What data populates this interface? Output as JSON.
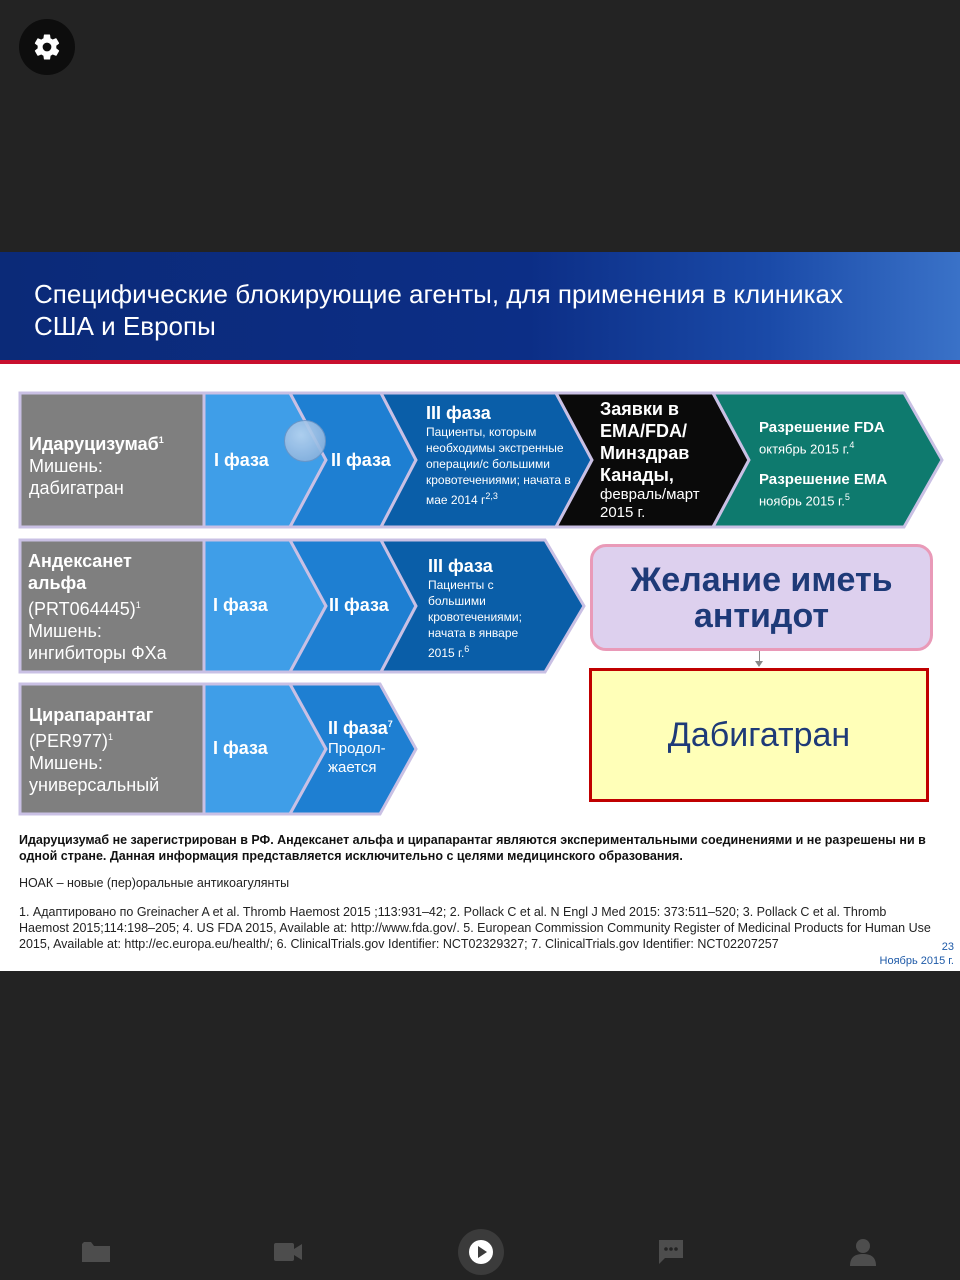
{
  "slide": {
    "title": "Специфические блокирующие агенты, для применения в клиниках США и Европы",
    "rows": [
      {
        "drug_name": "Идаруцизумаб",
        "drug_name_sup": "1",
        "target_label": "Мишень:",
        "target_value": "дабигатран",
        "phase1": "I фаза",
        "phase2": "II фаза",
        "phase3_title": "III фаза",
        "phase3_body": "Пациенты, которым необходимы экстренные операции/с большими кровотечениями; начата в мае 2014 г",
        "phase3_sup": "2,3",
        "filing_title": "Заявки в EMA/FDA/ Минздрав Канады,",
        "filing_date": "февраль/март 2015 г.",
        "approval_fda": "Разрешение FDA",
        "approval_fda_date": "октябрь 2015 г.",
        "approval_fda_sup": "4",
        "approval_ema": "Разрешение EMA",
        "approval_ema_date": "ноябрь 2015 г.",
        "approval_ema_sup": "5"
      },
      {
        "drug_name_line1": "Андексанет",
        "drug_name_line2": "альфа",
        "drug_code": "(PRT064445)",
        "drug_code_sup": "1",
        "target_label": "Мишень:",
        "target_value": "ингибиторы ФХа",
        "phase1": "I фаза",
        "phase2": "II фаза",
        "phase3_title": "III фаза",
        "phase3_body": "Пациенты с большими кровотечениями; начата в январе 2015 г.",
        "phase3_sup": "6"
      },
      {
        "drug_name": "Цирапарантаг",
        "drug_code": "(PER977)",
        "drug_code_sup": "1",
        "target_label": "Мишень:",
        "target_value": "универсальный",
        "phase1": "I фаза",
        "phase2_title": "II фаза",
        "phase2_sup": "7",
        "phase2_status": "Продол-жается"
      }
    ],
    "wish_text": "Желание иметь антидот",
    "dabigatran_text": "Дабигатран",
    "disclaimer": "Идаруцизумаб не зарегистрирован в РФ.  Андексанет альфа и цирапарантаг являются экспериментальными соединениями и не разрешены ни в одной стране. Данная информация представляется исключительно с целями медицинского образования.",
    "noak": "НОАК – новые (пер)оральные антикоагулянты",
    "references": "1. Адаптировано по Greinacher A et al. Thromb Haemost 2015 ;113:931–42; 2. Pollack C et al. N Engl J Med 2015: 373:511–520; 3. Pollack C et al. Thromb Haemost 2015;114:198–205; 4. US FDA 2015, Available at: http://www.fda.gov/. 5. European Commission Community Register of Medicinal Products for Human Use 2015, Available at: http://ec.europa.eu/health/; 6. ClinicalTrials.gov Identifier: NCT02329327; 7. ClinicalTrials.gov Identifier: NCT02207257",
    "page_number": "23",
    "date": "Ноябрь 2015 г."
  },
  "colors": {
    "header_blue": "#0c2e86",
    "header_stripe": "#c8102e",
    "drug_grey": "#7f7f7f",
    "phase1_blue": "#3f9ee8",
    "phase2_blue": "#1e7fd2",
    "phase3_blue": "#0a5ea8",
    "filing_black": "#0a0a0a",
    "approval_teal": "#0e7a6e",
    "wish_fill": "#ddd0ee",
    "dabigatran_fill": "#ffffb8",
    "dabigatran_border": "#c00000"
  },
  "toolbar": {
    "icons": [
      "settings-icon",
      "folder-icon",
      "video-camera-icon",
      "play-icon",
      "chat-icon",
      "user-icon"
    ]
  }
}
